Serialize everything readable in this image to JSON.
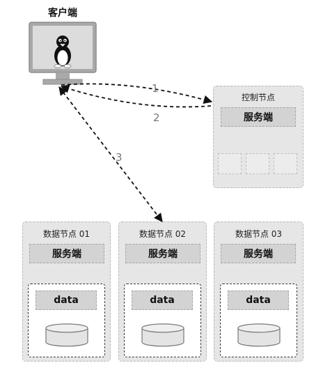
{
  "client": {
    "label": "客户端"
  },
  "control_node": {
    "title": "控制节点",
    "service": "服务端"
  },
  "data_nodes": [
    {
      "title": "数据节点 01",
      "service": "服务端",
      "data": "data"
    },
    {
      "title": "数据节点 02",
      "service": "服务端",
      "data": "data"
    },
    {
      "title": "数据节点 03",
      "service": "服务端",
      "data": "data"
    }
  ],
  "edges": [
    {
      "label": "1",
      "from": "client",
      "to": "control_node"
    },
    {
      "label": "2",
      "from": "control_node",
      "to": "client"
    },
    {
      "label": "3",
      "from": "client",
      "to": "data_node_02"
    }
  ]
}
